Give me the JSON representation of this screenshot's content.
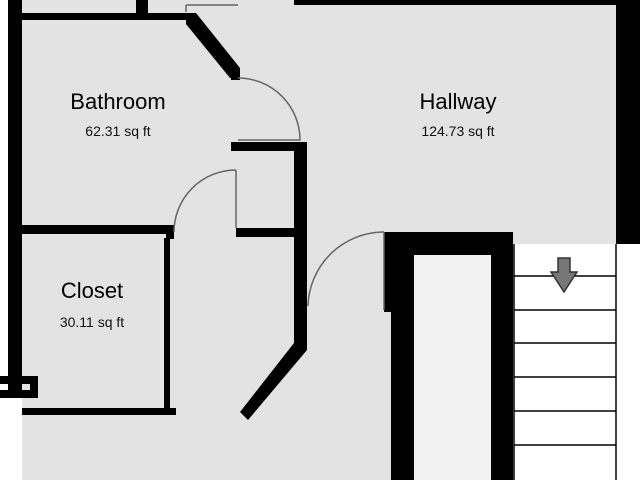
{
  "colors": {
    "floor": "#e3e3e3",
    "wall": "#000000",
    "door_line": "#666666",
    "background": "#ffffff"
  },
  "rooms": [
    {
      "name": "Bathroom",
      "area": "62.31 sq ft"
    },
    {
      "name": "Hallway",
      "area": "124.73 sq ft"
    },
    {
      "name": "Closet",
      "area": "30.11 sq ft"
    }
  ],
  "stairs": {
    "direction": "down",
    "icon": "arrow-down-icon"
  }
}
